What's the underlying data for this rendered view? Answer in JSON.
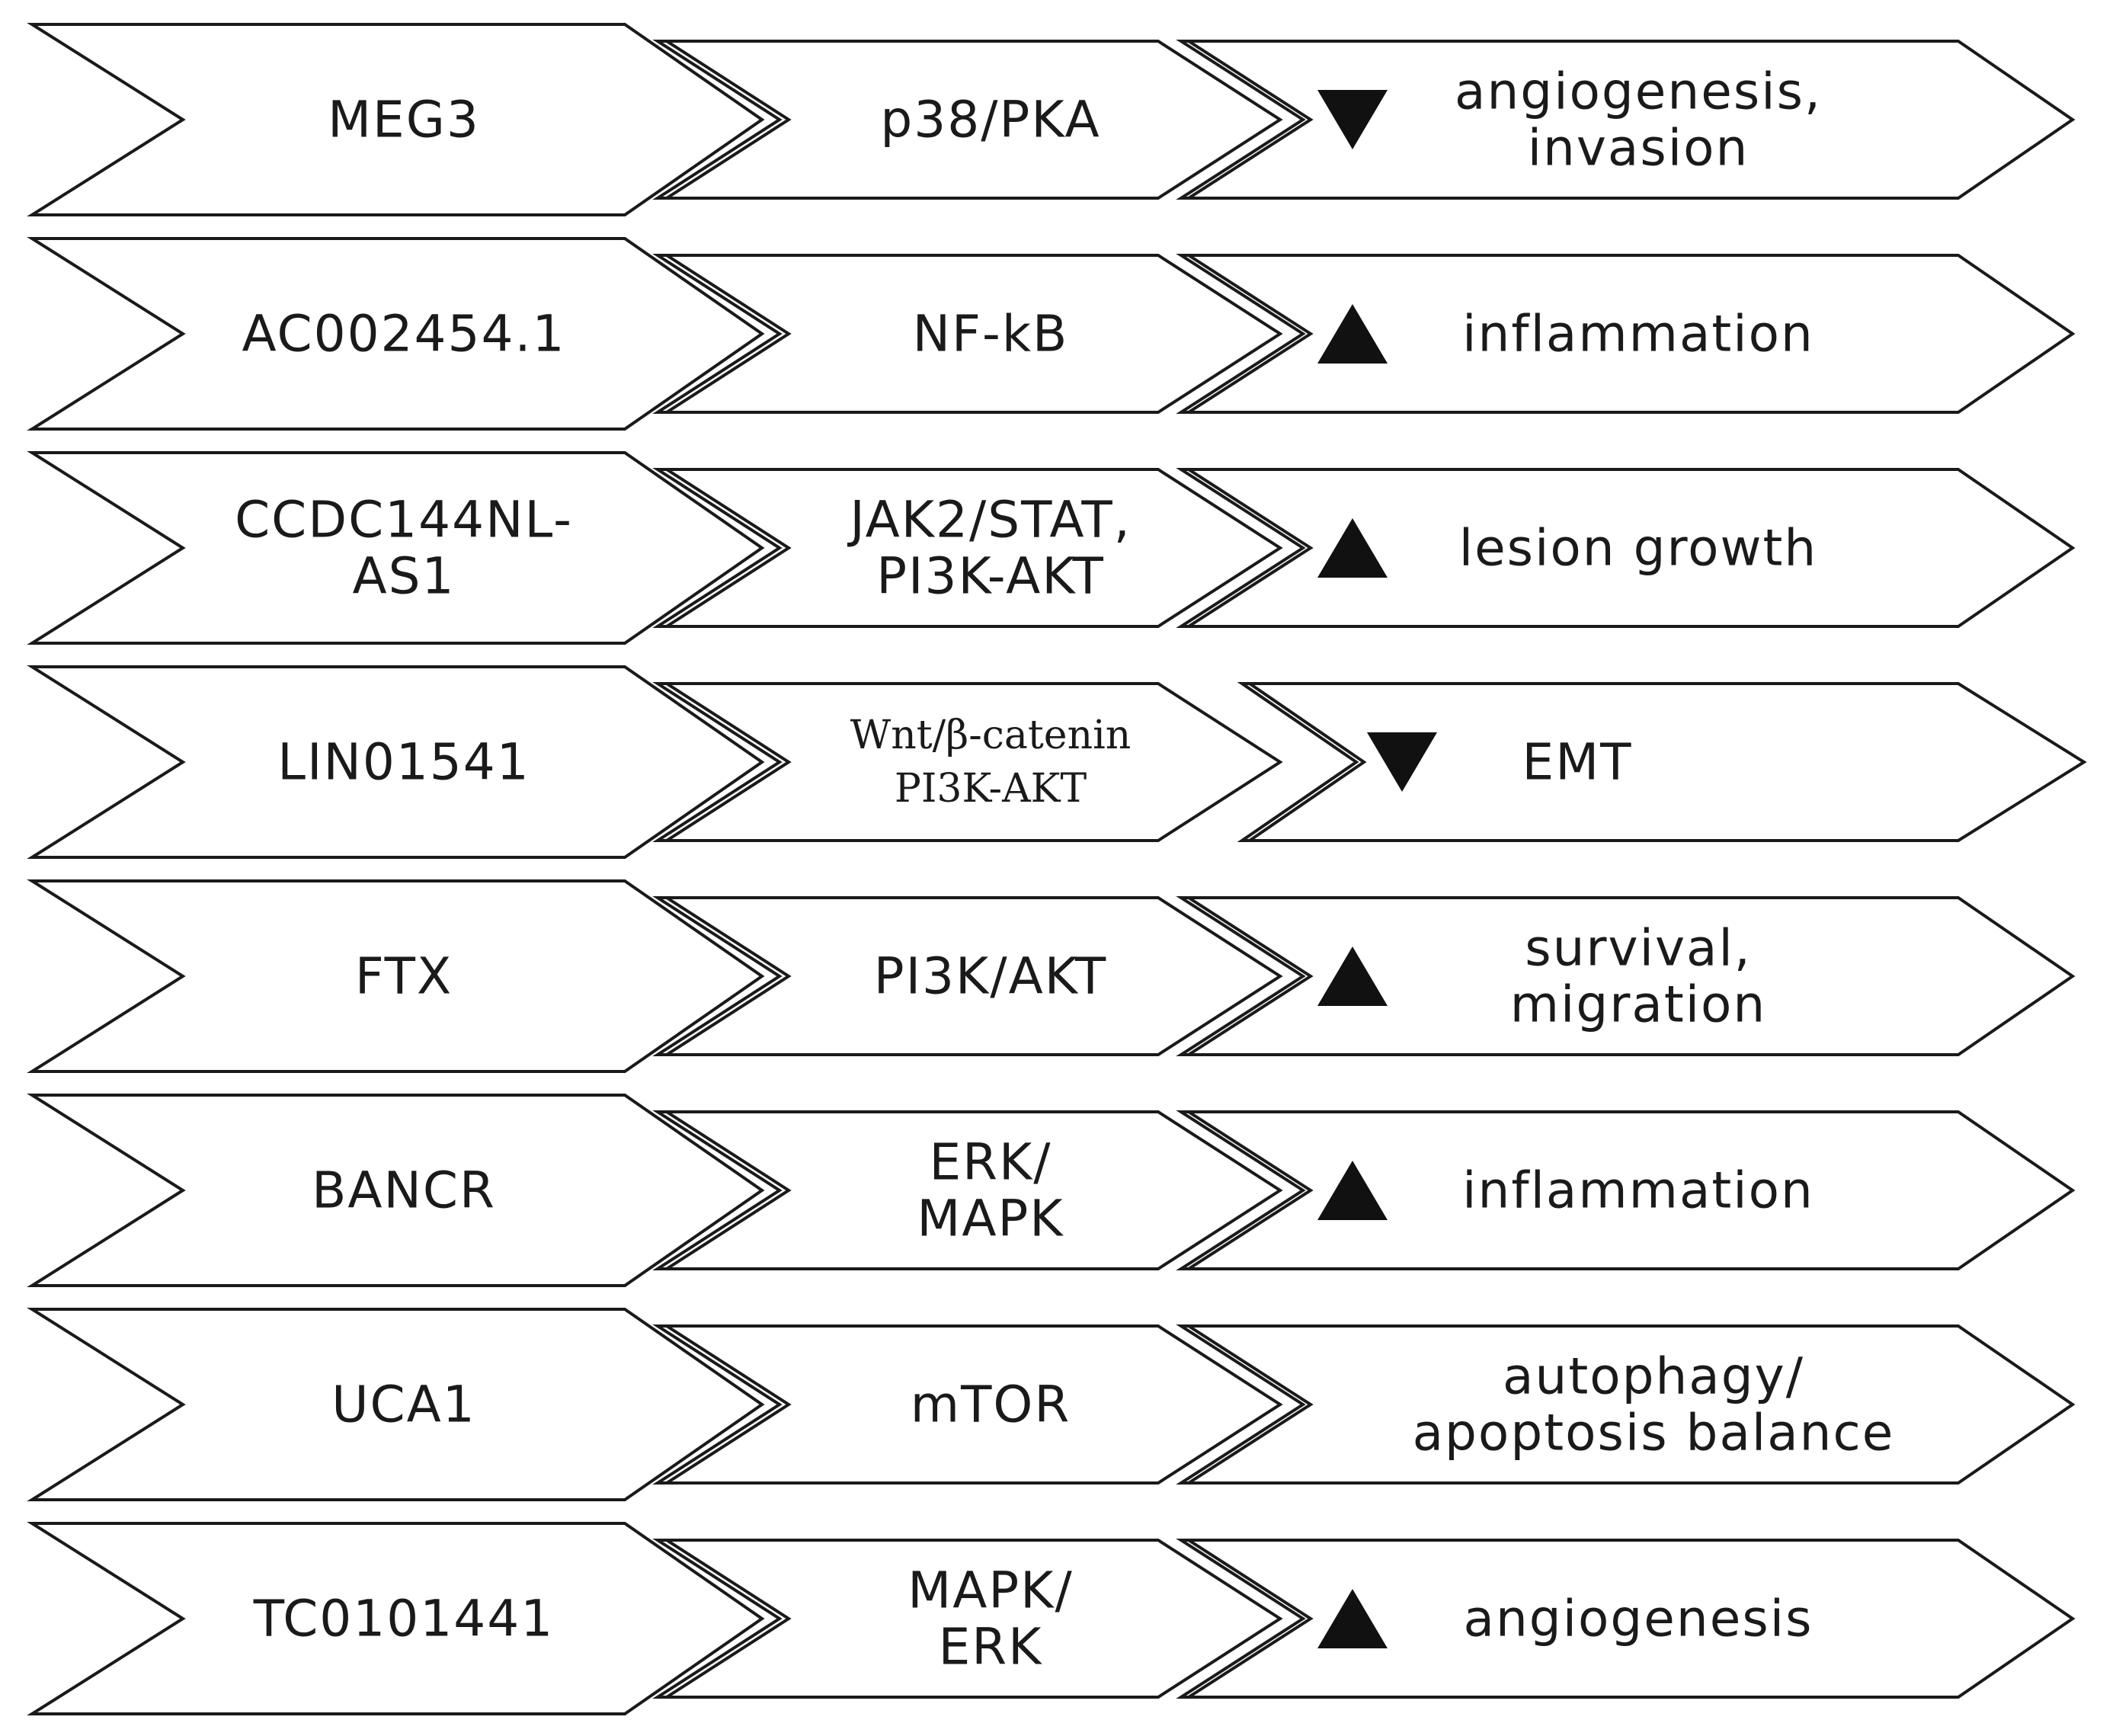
{
  "rows": [
    {
      "gene": [
        "MEG3"
      ],
      "pathway": [
        "p38/PKA"
      ],
      "direction": "down",
      "effect": [
        "angiogenesis,",
        "invasion"
      ]
    },
    {
      "gene": [
        "AC002454.1"
      ],
      "pathway": [
        "NF-kB"
      ],
      "direction": "up",
      "effect": [
        "inflammation"
      ]
    },
    {
      "gene": [
        "CCDC144NL-",
        "AS1"
      ],
      "pathway": [
        "JAK2/STAT,",
        "PI3K-AKT"
      ],
      "direction": "up",
      "effect": [
        "lesion growth"
      ]
    },
    {
      "gene": [
        "LIN01541"
      ],
      "pathway": [
        "Wnt/β-catenin",
        "PI3K-AKT"
      ],
      "pathway_style": "serif",
      "direction": "down",
      "effect": [
        "EMT"
      ]
    },
    {
      "gene": [
        "FTX"
      ],
      "pathway": [
        "PI3K/AKT"
      ],
      "direction": "up",
      "effect": [
        "survival,",
        "migration"
      ]
    },
    {
      "gene": [
        "BANCR"
      ],
      "pathway": [
        "ERK/",
        "MAPK"
      ],
      "direction": "up",
      "effect": [
        "inflammation"
      ]
    },
    {
      "gene": [
        "UCA1"
      ],
      "pathway": [
        "mTOR"
      ],
      "direction": "none",
      "effect": [
        "autophagy/",
        "apoptosis balance"
      ]
    },
    {
      "gene": [
        "TC0101441"
      ],
      "pathway": [
        "MAPK/",
        "ERK"
      ],
      "direction": "up",
      "effect": [
        "angiogenesis"
      ]
    }
  ],
  "colors": {
    "stroke": "#1a1a1a",
    "fill": "#ffffff",
    "marker": "#111111"
  }
}
